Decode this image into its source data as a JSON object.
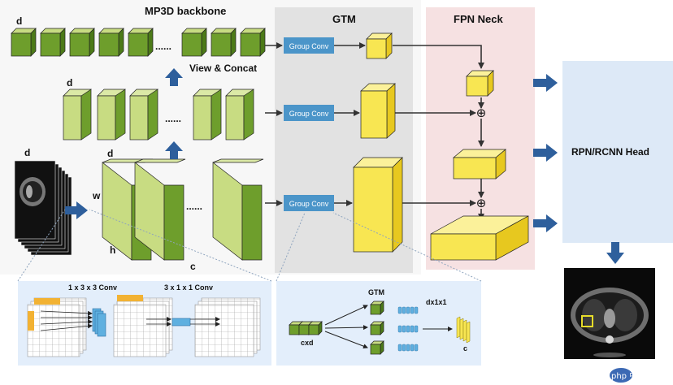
{
  "backbone": {
    "title": "MP3D backbone",
    "view_concat": "View & Concat",
    "dots": "......",
    "dim_d": "d",
    "dim_w": "w",
    "dim_h": "h",
    "dim_c": "c"
  },
  "gtm": {
    "title": "GTM",
    "group_conv": "Group Conv"
  },
  "fpn": {
    "title": "FPN Neck",
    "plus": "⊕"
  },
  "head": {
    "label": "RPN/RCNN Head"
  },
  "detail_conv": {
    "conv1_label": "1 x 3 x 3 Conv",
    "conv2_label": "3 x 1 x 1 Conv"
  },
  "detail_gtm": {
    "title": "GTM",
    "input_label": "cxd",
    "kernel_label": "dx1x1",
    "output_label": "c"
  },
  "watermark": "php 中文网",
  "colors": {
    "green_front": "#6e9e2c",
    "green_top": "#c8dc82",
    "green_side": "#4c7a18",
    "yellow_front": "#f8e652",
    "yellow_top": "#fbf19a",
    "yellow_side": "#e7c81f",
    "group_conv_blue": "#4b95c9",
    "arrow_blue": "#2e5f9c",
    "gtm_panel": "#e2e2e2",
    "fpn_panel": "#f6e1e2",
    "head_panel": "#dde9f7",
    "detail_panel": "#e3eefb"
  }
}
